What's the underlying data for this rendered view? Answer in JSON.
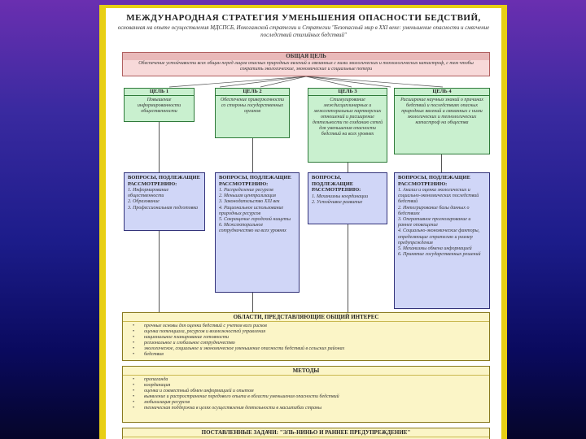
{
  "document": {
    "title": "МЕЖДУНАРОДНАЯ СТРАТЕГИЯ УМЕНЬШЕНИЯ ОПАСНОСТИ БЕДСТВИЙ,",
    "subtitle": "основанная на опыте осуществления МДСПСБ, Иокогамской стратегии и Стратегии \"Безопасный мир в XXI веке: уменьшение опасности и смягчение последствий стихийных бедствий\""
  },
  "overall_goal": {
    "header": "ОБЩАЯ ЦЕЛЬ",
    "text": "Обеспечение устойчивости всех общин перед лицом опасных природных явлений и связанных с ними экологических и технологических катастроф, с тем чтобы сократить экологические, экономические и социальные потери"
  },
  "goals": [
    {
      "header": "ЦЕЛЬ 1",
      "text": "Повышение информированности общественности"
    },
    {
      "header": "ЦЕЛЬ 2",
      "text": "Обеспечение приверженности со стороны государственных органов"
    },
    {
      "header": "ЦЕЛЬ 3",
      "text": "Стимулирование междисциплинарных и межсекторальных партнерских отношений и расширение деятельности по созданию сетей для уменьшения опасности бедствий на всех уровнях"
    },
    {
      "header": "ЦЕЛЬ 4",
      "text": "Расширение научных знаний о причинах бедствий и последствиях опасных природных явлений и связанных с ними экологических и технологических катастроф на общества"
    }
  ],
  "issues": [
    {
      "header": "ВОПРОСЫ, ПОДЛЕЖАЩИЕ РАССМОТРЕНИЮ:",
      "items": [
        "1. Информирование общественности",
        "2. Образование",
        "3. Профессиональная подготовка"
      ]
    },
    {
      "header": "ВОПРОСЫ, ПОДЛЕЖАЩИЕ РАССМОТРЕНИЮ:",
      "items": [
        "1. Распределение ресурсов",
        "2. Меньшая централизация",
        "3. Законодательство XXI век",
        "4. Рациональное использование природных ресурсов",
        "5. Сокращение городской нищеты",
        "6. Межсекторальное сотрудничество на всех уровнях"
      ]
    },
    {
      "header": "ВОПРОСЫ, ПОДЛЕЖАЩИЕ РАССМОТРЕНИЮ:",
      "items": [
        "1. Механизмы координации",
        "2. Устойчивое развитие"
      ]
    },
    {
      "header": "ВОПРОСЫ, ПОДЛЕЖАЩИЕ РАССМОТРЕНИЮ:",
      "items": [
        "1. Анализ и оценка экологических и социально-экономических последствий бедствий",
        "2. Интегрирование базы данных о бедствиях",
        "3. Оперативное прогнозирование и раннее оповещение",
        "4. Социально-экономические факторы, определяющие стратегию и размер предупреждения",
        "5. Механизмы обмена информацией",
        "6. Принятие государственных решений"
      ]
    }
  ],
  "common_interest": {
    "header": "ОБЛАСТИ, ПРЕДСТАВЛЯЮЩИЕ ОБЩИЙ ИНТЕРЕС",
    "items": [
      "прочные основы для оценки бедствий с учетом всех рисков",
      "оценка потенциала, ресурсов и возможностей управления",
      "национальное планирование готовности",
      "региональное и глобальное сотрудничество",
      "экологическое, социальное и экономическое уменьшение опасности бедствий в сельских районах",
      "бедствия"
    ]
  },
  "methods": {
    "header": "МЕТОДЫ",
    "items": [
      "пропаганда",
      "координация",
      "оценка и совместный обмен информацией и опытом",
      "выявление и распространение передового опыта в области уменьшения опасности бедствий",
      "мобилизация ресурсов",
      "техническая поддержка в целях осуществления деятельности в масштабах страны"
    ]
  },
  "bottom": {
    "header": "ПОСТАВЛЕННЫЕ ЗАДАЧИ: \"ЭЛЬ-НИНЬО И РАННЕЕ ПРЕДУПРЕЖДЕНИЕ\""
  }
}
